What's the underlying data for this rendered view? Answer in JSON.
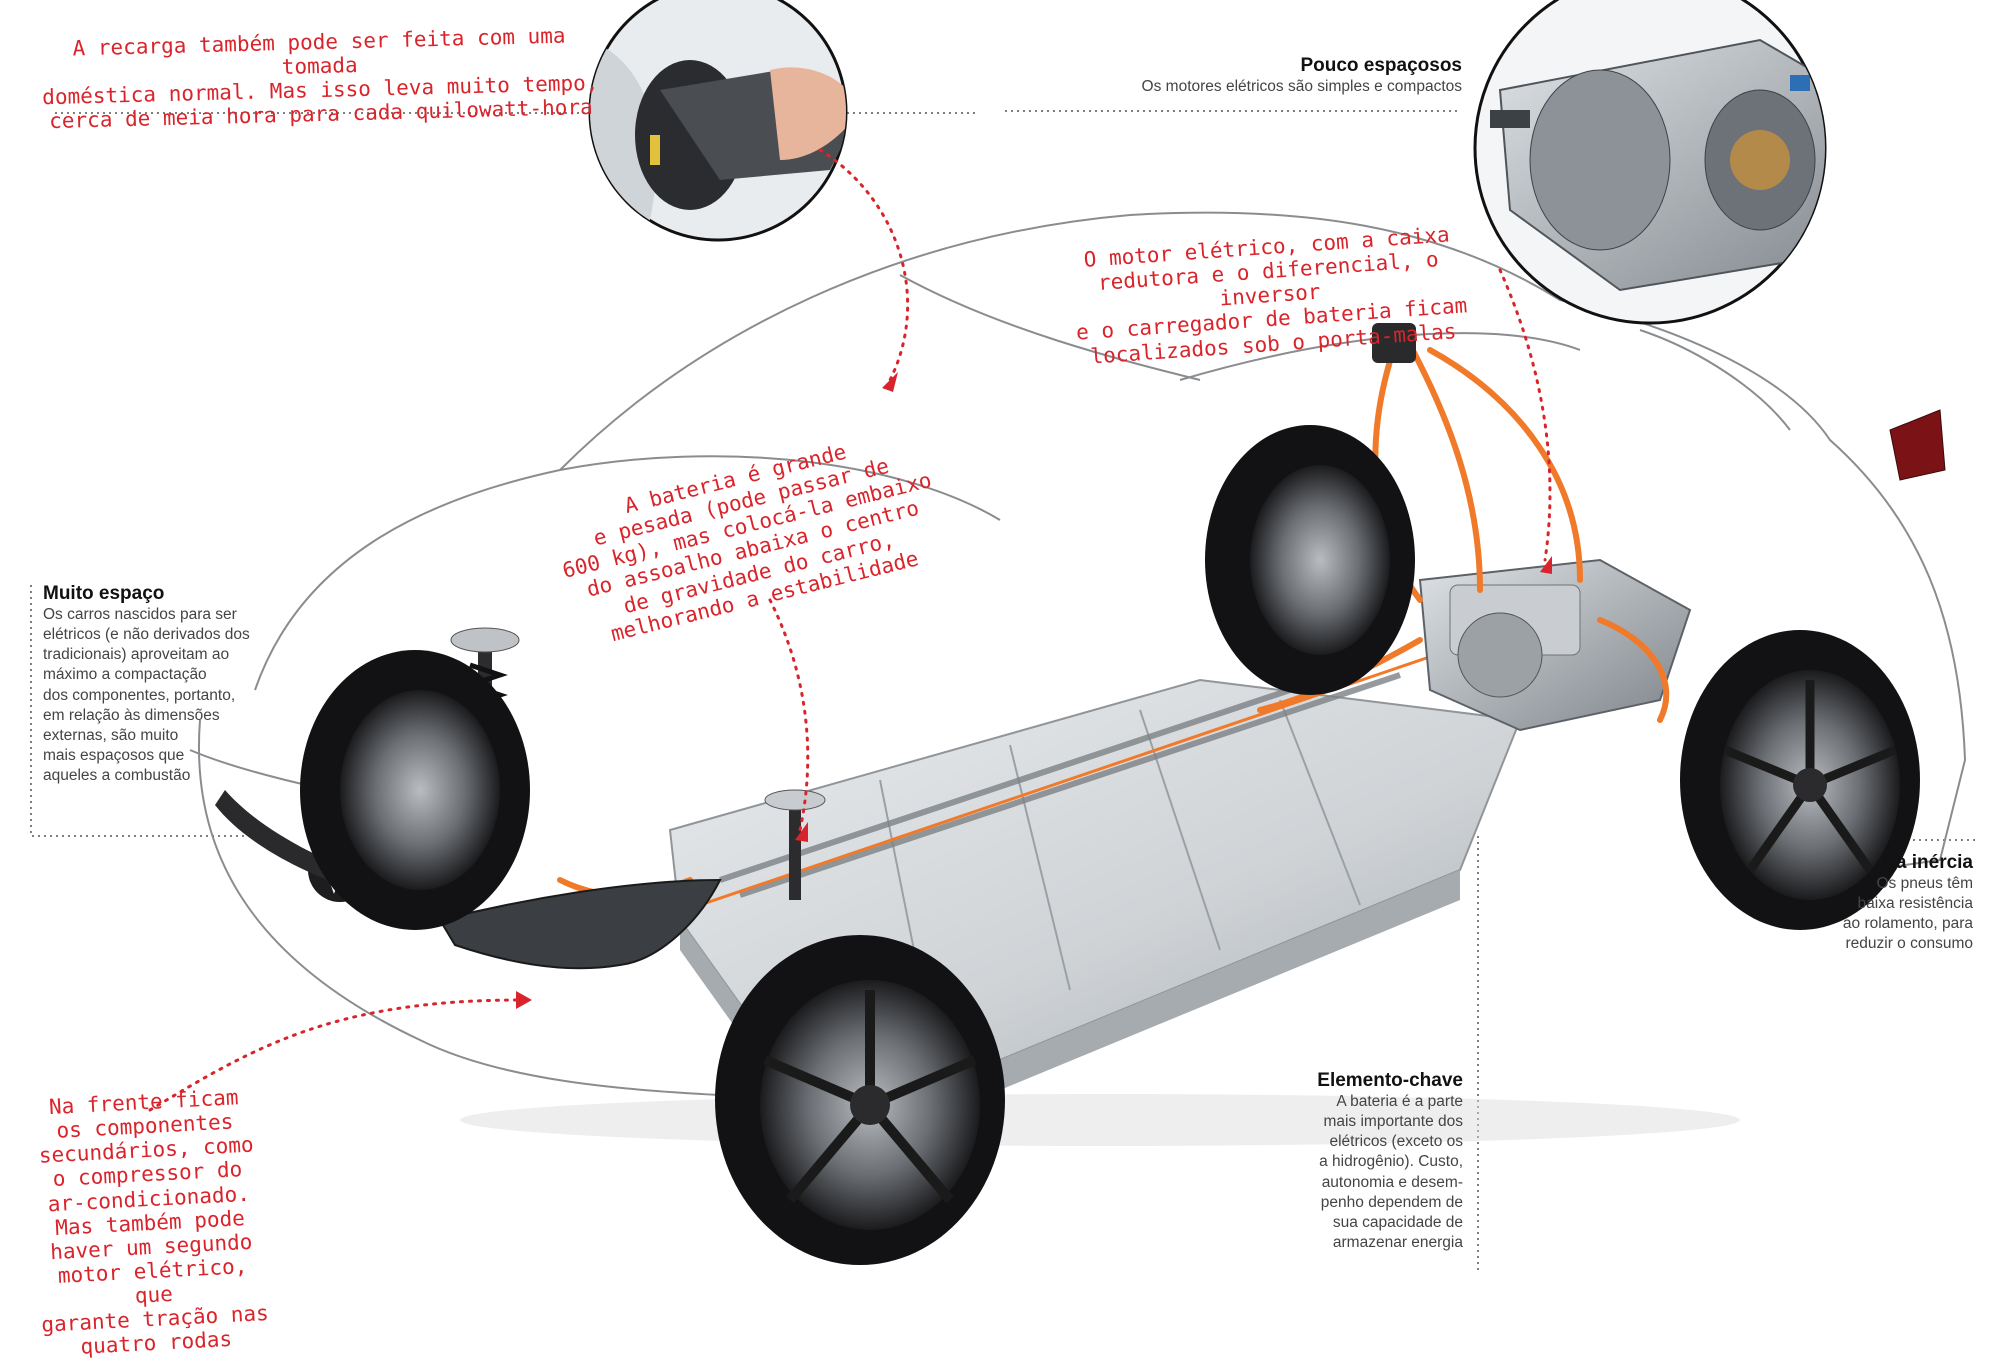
{
  "annotations": {
    "recharge": "A recarga também pode ser feita com uma tomada\ndoméstica normal. Mas isso leva muito tempo,\ncerca de meia hora para cada quilowatt-hora",
    "motor": "O motor elétrico, com a caixa\nredutora e o diferencial, o inversor\ne o carregador de bateria ficam\nlocalizados sob o porta-malas",
    "battery": "A bateria é grande\ne pesada (pode passar de\n600 kg), mas colocá-la embaixo\ndo assoalho abaixa o centro\nde gravidade do carro,\nmelhorando a estabilidade",
    "front": "Na frente ficam\nos componentes\nsecundários, como\no compressor do\nar-condicionado.\nMas também pode\nhaver um segundo\nmotor elétrico, que\ngarante tração nas\nquatro rodas"
  },
  "notes": {
    "pouco": {
      "title": "Pouco espaçosos",
      "body": "Os motores elétricos são simples e compactos"
    },
    "muito": {
      "title": "Muito espaço",
      "body": "Os carros nascidos para ser\nelétricos (e não derivados dos\ntradicionais) aproveitam ao\nmáximo a compactação\ndos componentes, portanto,\nem relação às dimensões\nexternas, são muito\nmais espaçosos que\naqueles a combustão"
    },
    "inercia": {
      "title": "Na inércia",
      "body": "Os pneus têm\nbaixa resistência\nao rolamento, para\nreduzir o consumo"
    },
    "chave": {
      "title": "Elemento-chave",
      "body": "A bateria é a parte\nmais importante dos\nelétricos (exceto os\na hidrogênio). Custo,\nautonomia e desem-\npenho dependem de\nsua capacidade de\narmazenar energia"
    }
  },
  "colors": {
    "accent_red": "#d9242b",
    "cable_orange": "#f07a2a",
    "battery_silver": "#d6d9dc"
  }
}
